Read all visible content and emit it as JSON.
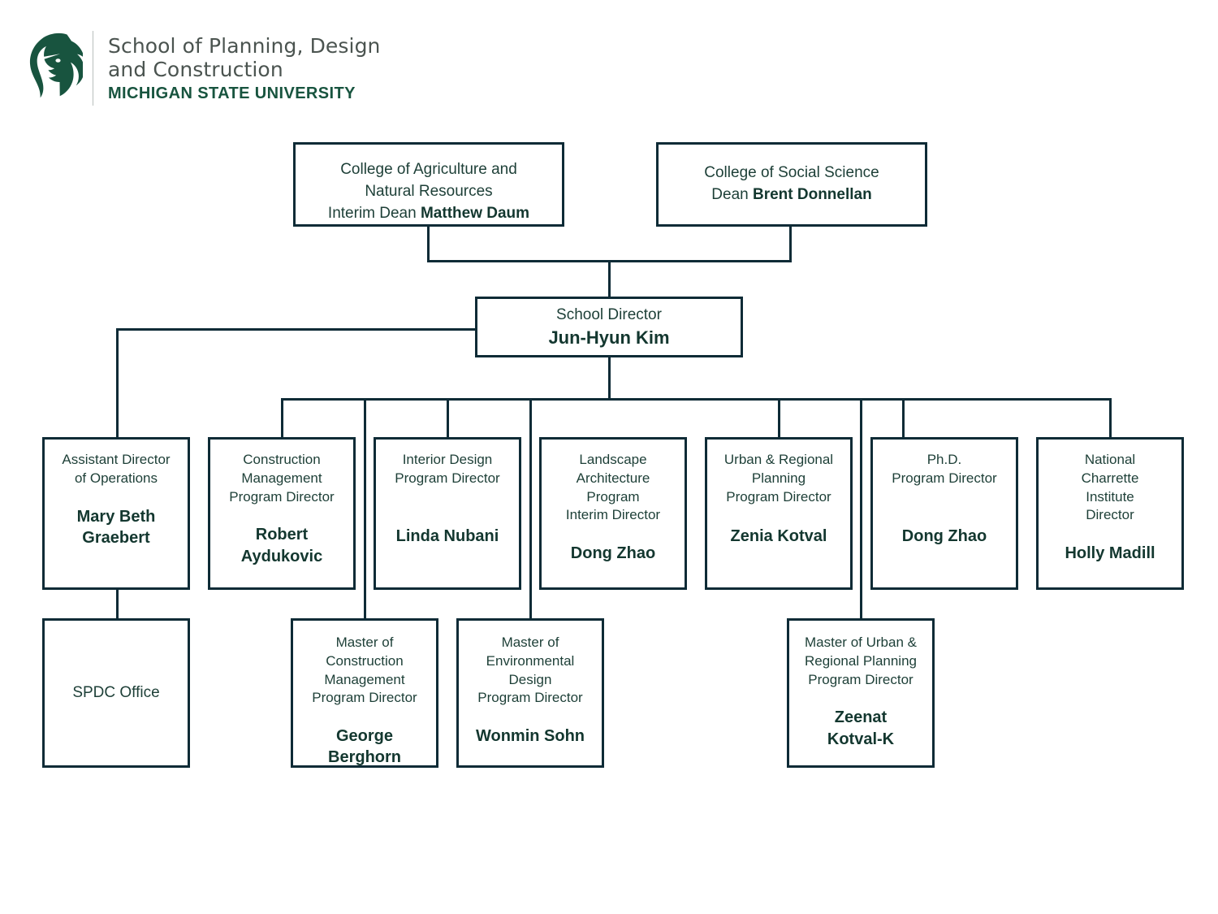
{
  "branding": {
    "icon": "spartan-helmet-logo",
    "line1": "School of Planning, Design",
    "line2": "and Construction",
    "university": "MICHIGAN STATE UNIVERSITY",
    "green": "#18543f",
    "gray": "#4b5450"
  },
  "theme": {
    "border_color": "#0e2b36",
    "title_text_color": "#1d3f37",
    "name_text_color": "#13372f",
    "background": "#ffffff"
  },
  "chart_data": {
    "type": "org-chart",
    "title": "School of Planning, Design and Construction Organizational Chart",
    "nodes": [
      {
        "id": "canr",
        "level": 1,
        "title": "College of Agriculture and\nNatural Resources",
        "role_prefix": "Interim Dean",
        "person": "Matthew Daum"
      },
      {
        "id": "css",
        "level": 1,
        "title": "College of Social Science",
        "role_prefix": "Dean",
        "person": "Brent Donnellan"
      },
      {
        "id": "director",
        "level": 2,
        "title": "School Director",
        "person": "Jun-Hyun Kim"
      },
      {
        "id": "asst-dir-ops",
        "level": 3,
        "title": "Assistant Director\nof Operations",
        "person": "Mary Beth\nGraebert"
      },
      {
        "id": "construction-mgmt",
        "level": 3,
        "title": "Construction\nManagement\nProgram Director",
        "person": "Robert\nAydukovic"
      },
      {
        "id": "interior-design",
        "level": 3,
        "title": "Interior Design\nProgram Director",
        "person": "Linda Nubani"
      },
      {
        "id": "landscape-architecture",
        "level": 3,
        "title": "Landscape\nArchitecture\nProgram\nInterim Director",
        "person": "Dong Zhao"
      },
      {
        "id": "urban-regional-planning",
        "level": 3,
        "title": "Urban & Regional\nPlanning\nProgram Director",
        "person": "Zenia Kotval"
      },
      {
        "id": "phd",
        "level": 3,
        "title": "Ph.D.\nProgram Director",
        "person": "Dong Zhao"
      },
      {
        "id": "national-charrette",
        "level": 3,
        "title": "National\nCharrette\nInstitute\nDirector",
        "person": "Holly Madill"
      },
      {
        "id": "spdc-office",
        "level": 4,
        "title": "SPDC Office",
        "person": ""
      },
      {
        "id": "master-construction-mgmt",
        "level": 4,
        "title": "Master of\nConstruction\nManagement\nProgram Director",
        "person": "George\nBerghorn"
      },
      {
        "id": "master-environmental-design",
        "level": 4,
        "title": "Master of\nEnvironmental\nDesign\nProgram Director",
        "person": "Wonmin Sohn"
      },
      {
        "id": "master-urban-regional-planning",
        "level": 4,
        "title": "Master of Urban &\nRegional Planning\nProgram Director",
        "person": "Zeenat\nKotval-K"
      }
    ],
    "edges": [
      {
        "from": "canr",
        "to": "director"
      },
      {
        "from": "css",
        "to": "director"
      },
      {
        "from": "director",
        "to": "asst-dir-ops"
      },
      {
        "from": "director",
        "to": "construction-mgmt"
      },
      {
        "from": "director",
        "to": "interior-design"
      },
      {
        "from": "director",
        "to": "landscape-architecture"
      },
      {
        "from": "director",
        "to": "urban-regional-planning"
      },
      {
        "from": "director",
        "to": "phd"
      },
      {
        "from": "director",
        "to": "national-charrette"
      },
      {
        "from": "director",
        "to": "master-construction-mgmt"
      },
      {
        "from": "director",
        "to": "master-environmental-design"
      },
      {
        "from": "director",
        "to": "master-urban-regional-planning"
      },
      {
        "from": "asst-dir-ops",
        "to": "spdc-office"
      }
    ]
  }
}
